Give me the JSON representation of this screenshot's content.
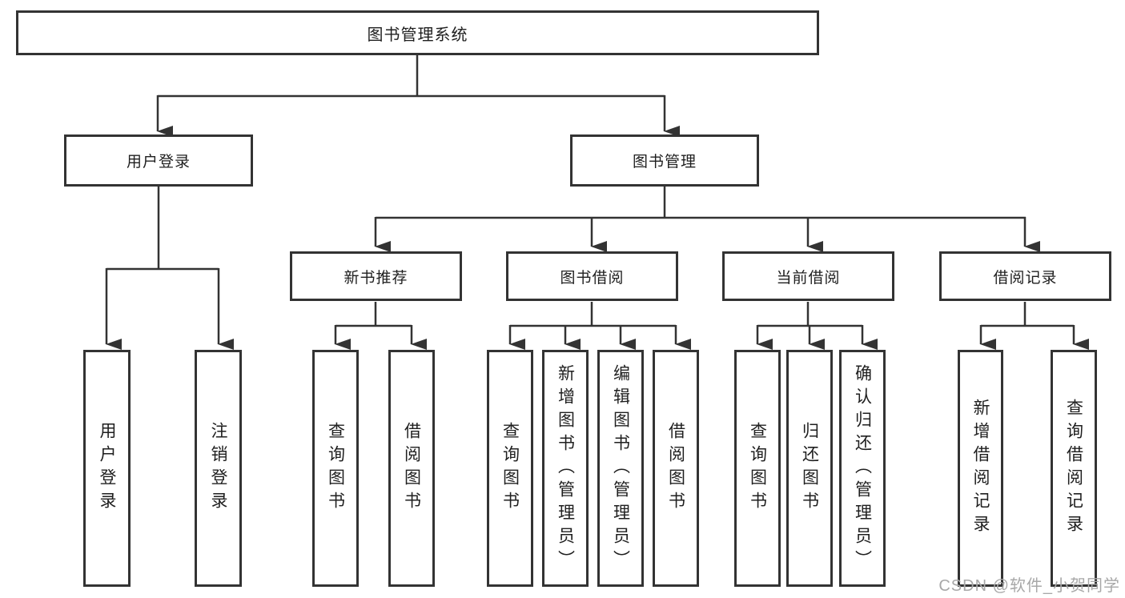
{
  "watermark": {
    "text": "CSDN @软件_小贺同学"
  },
  "colors": {
    "line": "#333333",
    "box_border": "#333333",
    "text": "#1f1f1f",
    "watermark": "#a8a8a8",
    "background": "#ffffff"
  },
  "root": {
    "label": "图书管理系统",
    "children": [
      {
        "label": "用户登录",
        "children": [
          {
            "label": "用户登录"
          },
          {
            "label": "注销登录"
          }
        ]
      },
      {
        "label": "图书管理",
        "children": [
          {
            "label": "新书推荐",
            "children": [
              {
                "label": "查询图书"
              },
              {
                "label": "借阅图书"
              }
            ]
          },
          {
            "label": "图书借阅",
            "children": [
              {
                "label": "查询图书"
              },
              {
                "label": "新增图书（管理员）"
              },
              {
                "label": "编辑图书（管理员）"
              },
              {
                "label": "借阅图书"
              }
            ]
          },
          {
            "label": "当前借阅",
            "children": [
              {
                "label": "查询图书"
              },
              {
                "label": "归还图书"
              },
              {
                "label": "确认归还（管理员）"
              }
            ]
          },
          {
            "label": "借阅记录",
            "children": [
              {
                "label": "新增借阅记录"
              },
              {
                "label": "查询借阅记录"
              }
            ]
          }
        ]
      }
    ]
  }
}
